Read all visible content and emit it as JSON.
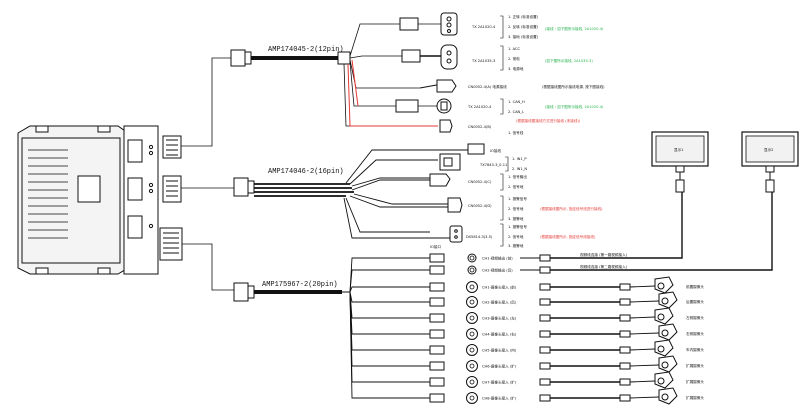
{
  "connectors": {
    "c12": {
      "label": "AMP174045-2(12pin)"
    },
    "c16": {
      "label": "AMP174046-2(16pin)"
    },
    "c20": {
      "label": "AMP175967-2(20pin)"
    }
  },
  "branches": {
    "a": {
      "lines": [
        "1. 正转 (标准设置)",
        "2. 反转 (标准设置)",
        "3. 接地 (标准设置)"
      ],
      "tag": "TX 2A1020-4",
      "note": "(接线 : 如下图所示接线, 2A1020-4)"
    },
    "b": {
      "lines": [
        "1. ACC",
        "2. 常电",
        "3. 电源地"
      ],
      "tag": "TX 2A1035-3",
      "note": "(如下图所示接线, 2A1035-3)"
    },
    "c": {
      "tag": "CN0052-4(A)  电源接线",
      "note": "(根据接线图所示接线电源, 按下图接线)"
    },
    "d": {
      "lines": [
        "1. CAN_H",
        "2. CAN_L"
      ],
      "tag": "TX 2A1020-4",
      "note": "(接线 : 如下图所示接线, 2A1020-4)"
    },
    "e": {
      "lines": [
        "1. 信号线"
      ],
      "tag": "CN0052-4(B)",
      "note": "(根据接线图接线方式进行接线 (未接线))"
    },
    "f": {
      "tag": "IO接线",
      "lines": [
        "1. IN1_P",
        "2. IN1_N"
      ],
      "tag2": "TX7843-3_0-11"
    },
    "g": {
      "lines": [
        "1. 信号输出",
        "2. 信号地"
      ],
      "tag": "CN0052-4(C)"
    },
    "h": {
      "lines": [
        "1. 报警信号",
        "2. 信号地",
        "3. 报警地"
      ],
      "tag": "CN0052-4(D)",
      "note": "(根据接线图所示, 指定信号线进行接线)"
    },
    "i": {
      "lines": [
        "1. 报警信号",
        "2. 信号地",
        "3. 报警地"
      ],
      "tag": "DS5814-3(3.5)",
      "note": "(根据接线图所示, 指定信号线接线)",
      "bottom": "IO接口"
    }
  },
  "monitors": [
    {
      "label": "显示1",
      "cable": "视频线连接 (第一路视频接入)"
    },
    {
      "label": "显示2",
      "cable": "视频线连接 (第二路视频接入)"
    }
  ],
  "cameras": [
    {
      "label": "CH1-摄像头接入 (前)",
      "name": "前置摄像头"
    },
    {
      "label": "CH2-摄像头接入 (后)",
      "name": "后置摄像头"
    },
    {
      "label": "CH3-摄像头接入 (左)",
      "name": "左侧摄像头"
    },
    {
      "label": "CH4-摄像头接入 (右)",
      "name": "右侧摄像头"
    },
    {
      "label": "CH5-摄像头接入 (内)",
      "name": "车内摄像头"
    },
    {
      "label": "CH6-摄像头接入 (扩)",
      "name": "扩展摄像头"
    },
    {
      "label": "CH7-摄像头接入 (扩)",
      "name": "扩展摄像头"
    },
    {
      "label": "CH8-摄像头接入 (扩)",
      "name": "扩展摄像头"
    }
  ]
}
